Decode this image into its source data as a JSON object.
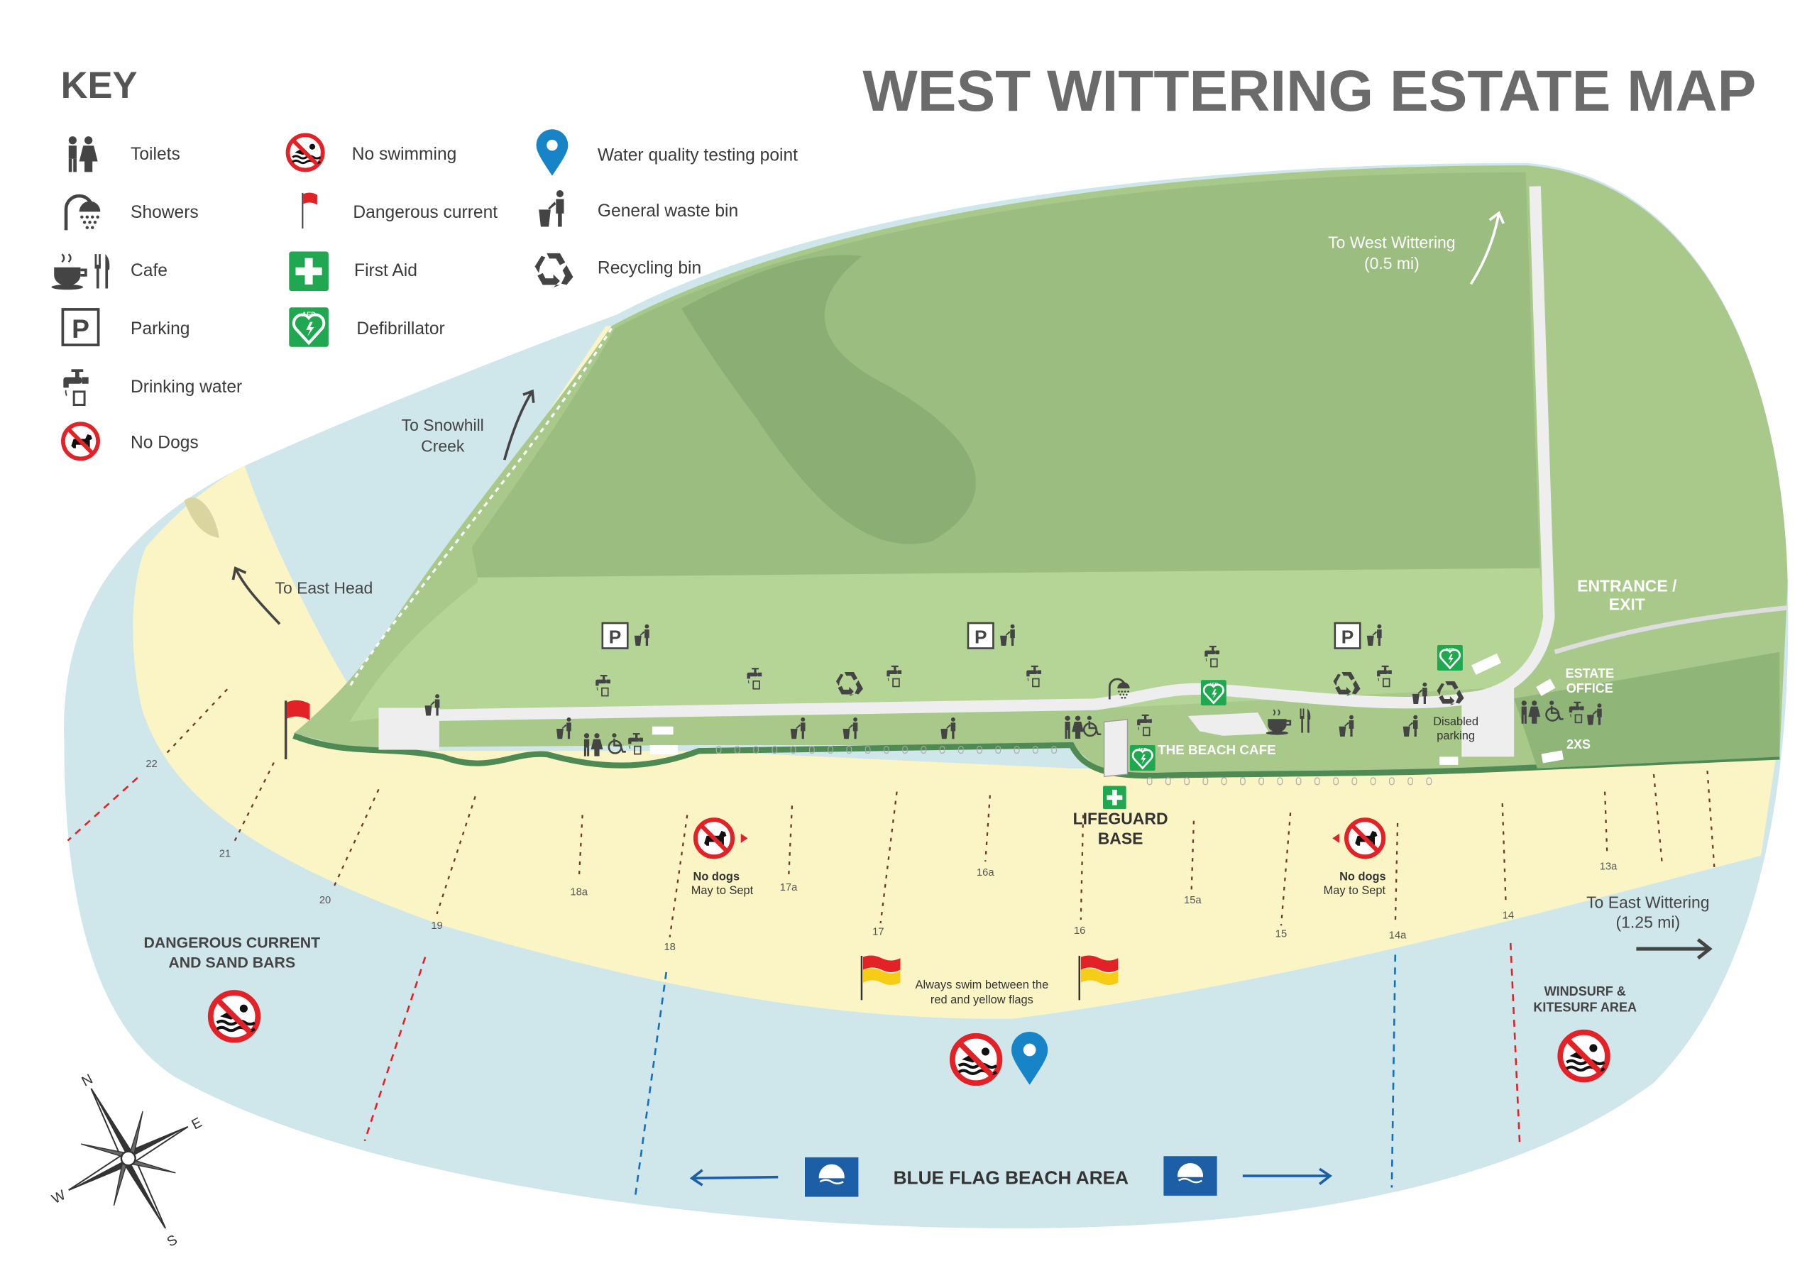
{
  "title": "WEST WITTERING ESTATE MAP",
  "key": {
    "heading": "KEY",
    "items": [
      {
        "icon": "toilets-icon",
        "label": "Toilets"
      },
      {
        "icon": "shower-icon",
        "label": "Showers"
      },
      {
        "icon": "cafe-icon",
        "label": "Cafe"
      },
      {
        "icon": "parking-icon",
        "label": "Parking"
      },
      {
        "icon": "drinking-water-icon",
        "label": "Drinking water"
      },
      {
        "icon": "no-dogs-icon",
        "label": "No Dogs"
      },
      {
        "icon": "no-swimming-icon",
        "label": "No swimming"
      },
      {
        "icon": "red-flag-icon",
        "label": "Dangerous current"
      },
      {
        "icon": "first-aid-icon",
        "label": "First Aid"
      },
      {
        "icon": "defibrillator-icon",
        "label": "Defibrillator"
      },
      {
        "icon": "map-pin-icon",
        "label": "Water quality testing point"
      },
      {
        "icon": "waste-bin-icon",
        "label": "General waste bin"
      },
      {
        "icon": "recycling-icon",
        "label": "Recycling bin"
      }
    ]
  },
  "labels": {
    "snowhill": [
      "To Snowhill",
      "Creek"
    ],
    "east_head": "To East Head",
    "west_wittering": [
      "To West Wittering",
      "(0.5 mi)"
    ],
    "entrance": [
      "ENTRANCE /",
      "EXIT"
    ],
    "estate_office": [
      "ESTATE",
      "OFFICE"
    ],
    "two_xs": "2XS",
    "disabled_parking": [
      "Disabled",
      "parking"
    ],
    "beach_cafe": "THE BEACH CAFE",
    "lifeguard": [
      "LIFEGUARD",
      "BASE"
    ],
    "no_dogs_west": [
      "No dogs",
      "May to Sept"
    ],
    "no_dogs_east": [
      "No dogs",
      "May to Sept"
    ],
    "dangerous": [
      "DANGEROUS CURRENT",
      "AND SAND BARS"
    ],
    "swim_flags": [
      "Always swim between the",
      "red and yellow flags"
    ],
    "east_wittering": [
      "To East Wittering",
      "(1.25 mi)"
    ],
    "windsurf": [
      "WINDSURF &",
      "KITESURF AREA"
    ],
    "blue_flag": "BLUE FLAG BEACH AREA"
  },
  "groynes": [
    "22",
    "21",
    "20",
    "19",
    "18a",
    "18",
    "17a",
    "17",
    "16a",
    "16",
    "15a",
    "15",
    "14a",
    "14",
    "13a"
  ],
  "compass": {
    "n": "N",
    "e": "E",
    "s": "S",
    "w": "W"
  },
  "colors": {
    "sea": "#cfe6ea",
    "sand": "#fbf5c6",
    "grass": "#a9c98b",
    "field": "#9cbe80",
    "red": "#e32227",
    "green_sign": "#1fa84f",
    "blue": "#1670b8"
  }
}
